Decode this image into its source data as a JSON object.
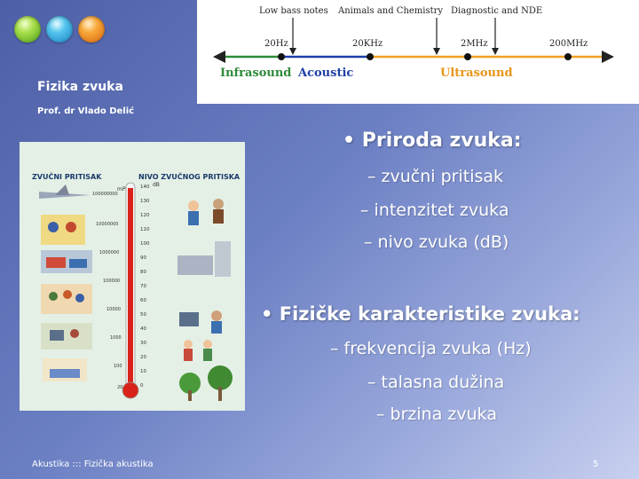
{
  "sidebar": {
    "course_title": "Fizika zvuka",
    "author": "Prof. dr Vlado Delić"
  },
  "spectrum": {
    "top_labels": [
      "Low bass notes",
      "Animals and Chemistry",
      "Diagnostic and NDE"
    ],
    "freq_labels": [
      "20Hz",
      "20KHz",
      "2MHz",
      "200MHz"
    ],
    "bands": [
      "Infrasound",
      "Acoustic",
      "Ultrasound"
    ],
    "colors": {
      "infrasound": "#2e8b3a",
      "acoustic": "#1f3fa8",
      "ultrasound": "#f0a020"
    }
  },
  "chart": {
    "left_title": "ZVUČNI PRITISAK",
    "right_title": "NIVO ZVUČNOG PRITISKA",
    "left_unit": "mPa",
    "right_unit": "dB",
    "pressure_values": [
      "100000000",
      "10000000",
      "1000000",
      "100000",
      "10000",
      "1000",
      "100",
      "20"
    ],
    "db_values": [
      "140",
      "130",
      "120",
      "110",
      "100",
      "90",
      "80",
      "70",
      "60",
      "50",
      "40",
      "30",
      "20",
      "10",
      "0"
    ]
  },
  "content": {
    "bullet1": "Priroda zvuka:",
    "bullet1_items": [
      "– zvučni pritisak",
      "– intenzitet zvuka",
      "– nivo zvuka (dB)"
    ],
    "bullet2": "Fizičke karakteristike zvuka:",
    "bullet2_items": [
      "– frekvencija zvuka (Hz)",
      "– talasna dužina",
      "– brzina zvuka"
    ]
  },
  "footer": {
    "left": "Akustika ::: Fizička akustika",
    "page": "5"
  }
}
